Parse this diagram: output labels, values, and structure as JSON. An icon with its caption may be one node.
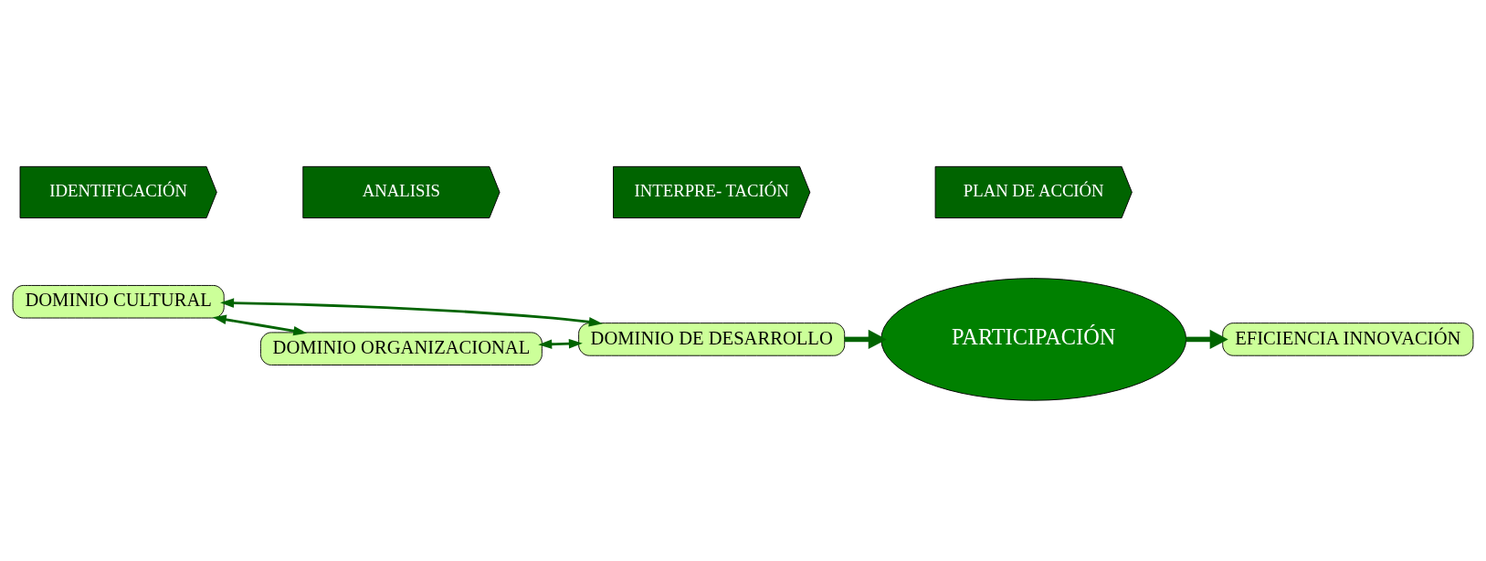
{
  "diagram": {
    "nodes": [
      {
        "text": [
          "DOMINIO CULTURAL"
        ]
      },
      {
        "text": [
          "DOMINIO DE DESARROLLO"
        ]
      },
      {
        "text": [
          "DOMINIO ORGANIZACIONAL"
        ]
      },
      {
        "text": [
          "PARTICIPACIÓN"
        ]
      },
      {
        "text": [
          "EFICIENCIA INNOVACIÓN"
        ]
      },
      {
        "text": [
          "IDENTIFICACIÓN"
        ]
      },
      {
        "text": [
          "ANALISIS"
        ]
      },
      {
        "text": [
          "INTERPRE- TACIÓN"
        ]
      },
      {
        "text": [
          "PLAN DE ACCIÓN"
        ]
      }
    ],
    "edges": [
      {
        "from": 0,
        "to": 1,
        "arrow": "both"
      },
      {
        "from": 0,
        "to": 2,
        "arrow": "both"
      },
      {
        "from": 2,
        "to": 1,
        "arrow": "both"
      },
      {
        "from": 1,
        "to": 3,
        "arrow": "to",
        "style": "thick"
      },
      {
        "from": 3,
        "to": 4,
        "arrow": "to",
        "style": "thick"
      }
    ]
  }
}
